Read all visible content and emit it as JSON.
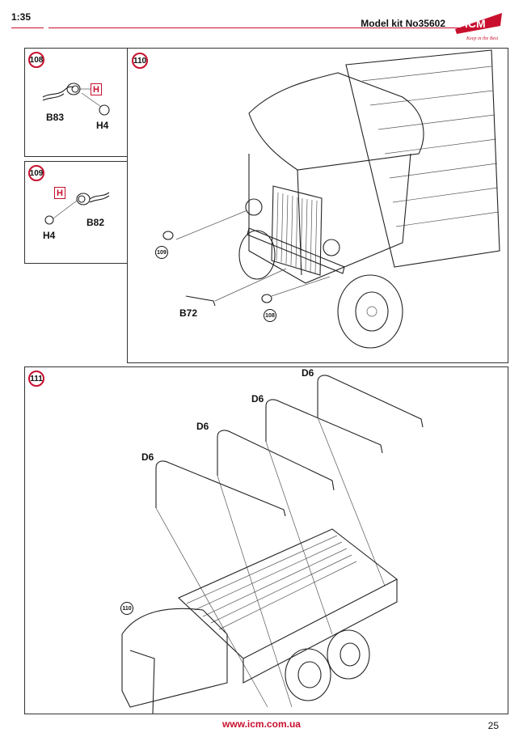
{
  "header": {
    "scale": "1:35",
    "model_kit": "Model kit No35602",
    "logo_text": "ICM",
    "logo_tagline": "Keep in the Best",
    "accent_color": "#c8102e"
  },
  "steps": [
    {
      "number": "108",
      "parts": [
        "B83",
        "H4"
      ],
      "marker": "H"
    },
    {
      "number": "109",
      "parts": [
        "H4",
        "B82"
      ],
      "marker": "H"
    },
    {
      "number": "110",
      "parts": [
        "B72"
      ],
      "refs": [
        "109",
        "108"
      ]
    },
    {
      "number": "111",
      "parts": [
        "D6",
        "D6",
        "D6",
        "D6"
      ],
      "refs": [
        "110"
      ]
    }
  ],
  "footer": {
    "url": "www.icm.com.ua",
    "page": "25"
  }
}
